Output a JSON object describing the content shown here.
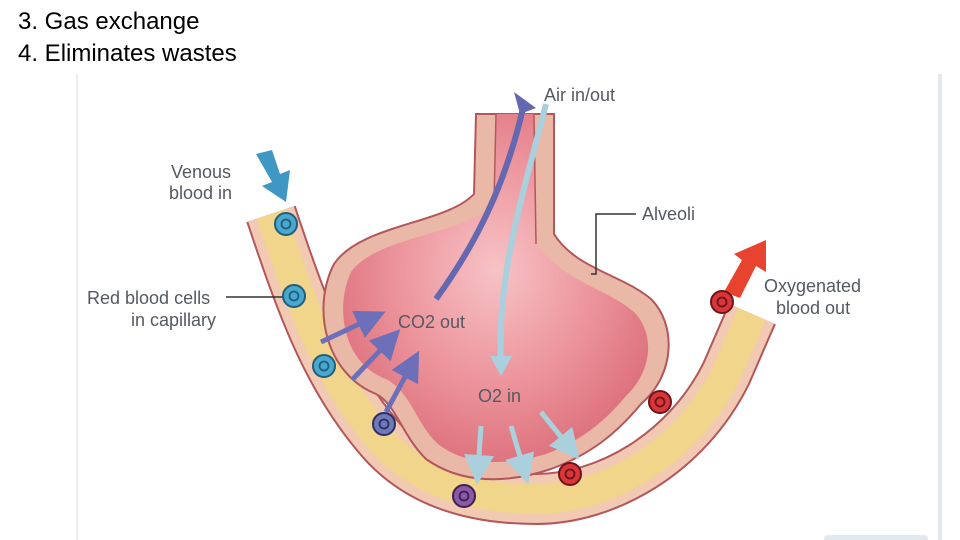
{
  "slide": {
    "bullets": [
      "3. Gas exchange",
      "4. Eliminates wastes"
    ]
  },
  "diagram": {
    "labels": {
      "air": "Air in/out",
      "venous_line1": "Venous",
      "venous_line2": "blood in",
      "alveoli": "Alveoli",
      "rbc_line1": "Red blood cells",
      "rbc_line2": "in capillary",
      "co2": "CO2 out",
      "o2": "O2 in",
      "oxy_line1": "Oxygenated",
      "oxy_line2": "blood out"
    },
    "colors": {
      "alveolus_fill": "#e8838e",
      "alveolus_wall": "#eab8a6",
      "wall_outline": "#b3575c",
      "capillary_fill": "#f0d58a",
      "venous_arrow": "#3f97c4",
      "oxygenated_arrow": "#e8432e",
      "co2_arrow": "#6d70b8",
      "o2_arrow": "#a9d0dc",
      "cell_deoxygenated": "#4aa7cf",
      "cell_mixed": "#7079b8",
      "cell_purple": "#8a59a8",
      "cell_oxygenated": "#d9363a"
    }
  }
}
